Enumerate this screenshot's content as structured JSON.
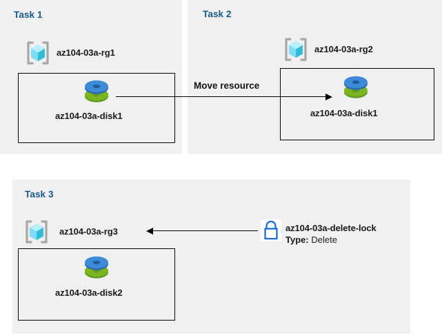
{
  "diagram": {
    "background": "#ffffff",
    "panel_bg": "#f0f0f0",
    "title_color": "#155a8a",
    "accent_blue": "#0f6cbd",
    "disk_blue": "#3d8ad8",
    "disk_green": "#7ab51d"
  },
  "panels": [
    {
      "id": "task1",
      "title": "Task 1",
      "resource_group": {
        "name": "az104-03a-rg1",
        "icon": "resource-group-icon"
      },
      "resource": {
        "name": "az104-03a-disk1",
        "icon": "managed-disk-icon"
      }
    },
    {
      "id": "task2",
      "title": "Task 2",
      "resource_group": {
        "name": "az104-03a-rg2",
        "icon": "resource-group-icon"
      },
      "resource": {
        "name": "az104-03a-disk1",
        "icon": "managed-disk-icon"
      }
    },
    {
      "id": "task3",
      "title": "Task 3",
      "resource_group": {
        "name": "az104-03a-rg3",
        "icon": "resource-group-icon"
      },
      "resource": {
        "name": "az104-03a-disk2",
        "icon": "managed-disk-icon"
      }
    }
  ],
  "connectors": [
    {
      "id": "move-resource",
      "label": "Move resource",
      "direction": "right",
      "from": "task1-disk1",
      "to": "task2-disk1"
    },
    {
      "id": "lock-applies-to-rg3",
      "label": "",
      "direction": "left",
      "from": "delete-lock",
      "to": "task3-rg3"
    }
  ],
  "lock": {
    "icon": "lock-icon",
    "name": "az104-03a-delete-lock",
    "type_key": "Type:",
    "type_value": "Delete"
  }
}
